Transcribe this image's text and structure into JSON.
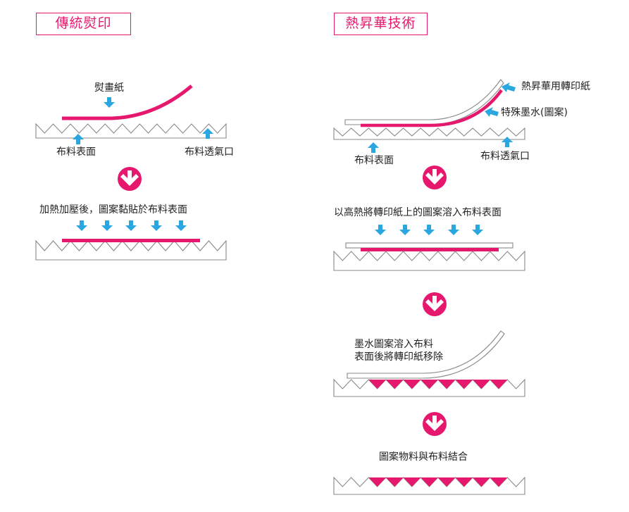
{
  "colors": {
    "magenta": "#e6186e",
    "blue": "#2aa7e0",
    "outline": "#888888"
  },
  "left": {
    "title": "傳統熨印",
    "step1": {
      "top_label": "熨畫紙",
      "left_label": "布料表面",
      "right_label": "布料透氣口"
    },
    "step2": {
      "label": "加熱加壓後，圖案黏貼於布料表面"
    }
  },
  "right": {
    "title": "熱昇華技術",
    "step1": {
      "paper_label": "熱昇華用轉印紙",
      "ink_label": "特殊墨水(圖案)",
      "left_label": "布料表面",
      "right_label": "布料透氣口"
    },
    "step2": {
      "label": "以高熱將轉印紙上的圖案溶入布料表面"
    },
    "step3": {
      "label_line1": "墨水圖案溶入布料",
      "label_line2": "表面後將轉印紙移除"
    },
    "step4": {
      "label": "圖案物料與布料結合"
    }
  },
  "icons": {
    "step_arrow": "down-arrow-circle-icon",
    "press_arrow": "blue-down-arrow-icon",
    "vent_arrow": "blue-up-arrow-icon",
    "pointer_arrow": "blue-left-arrow-icon"
  }
}
